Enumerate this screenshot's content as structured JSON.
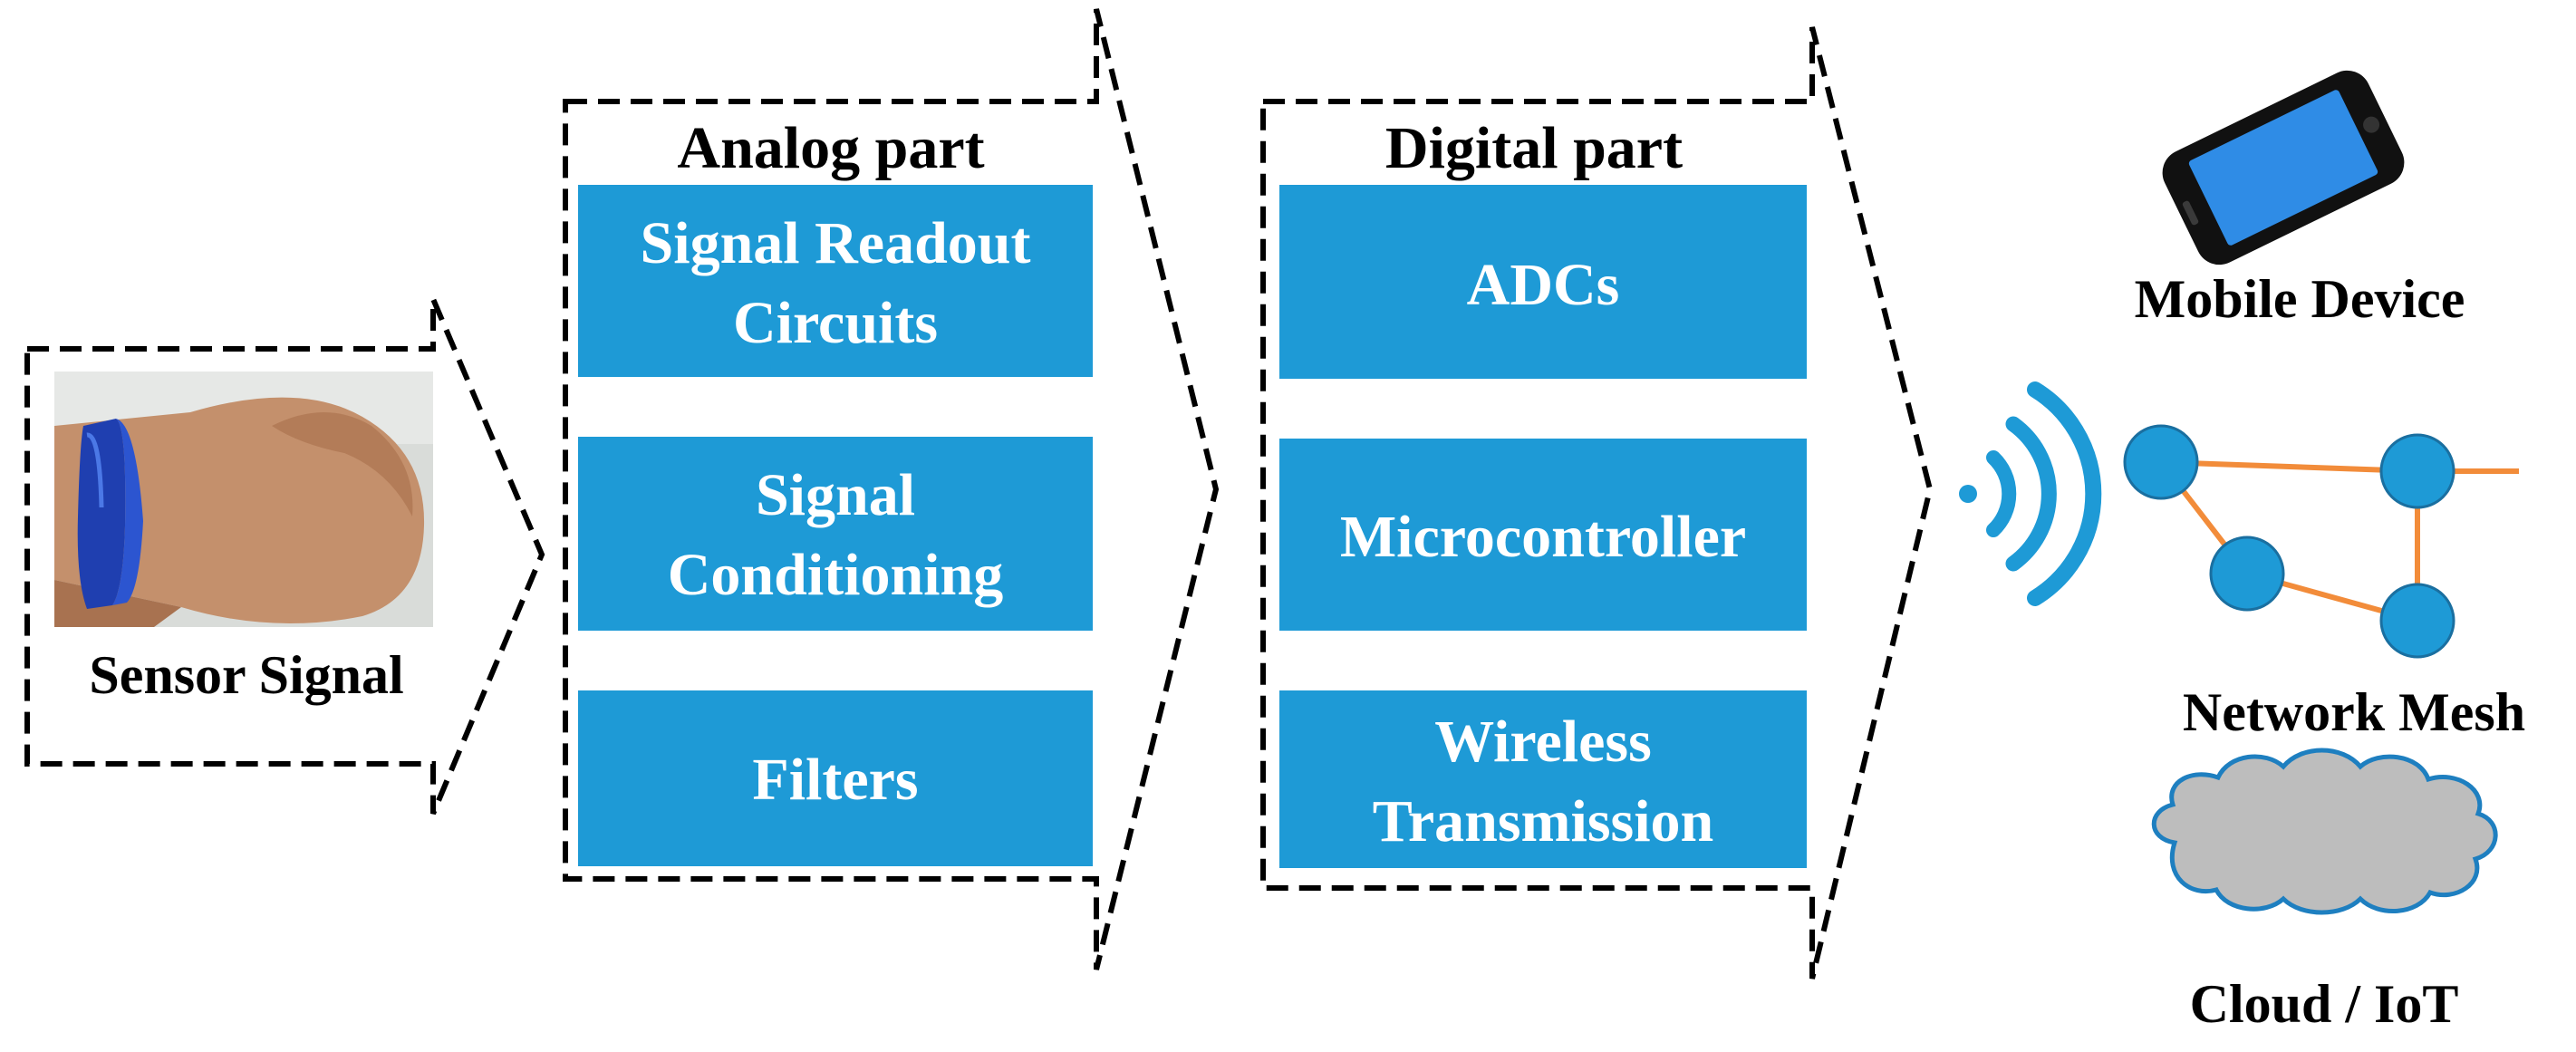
{
  "sensor": {
    "label": "Sensor Signal"
  },
  "analog": {
    "title": "Analog part",
    "blocks": [
      {
        "lines": [
          "Signal Readout",
          "Circuits"
        ]
      },
      {
        "lines": [
          "Signal",
          "Conditioning"
        ]
      },
      {
        "lines": [
          "Filters"
        ]
      }
    ]
  },
  "digital": {
    "title": "Digital part",
    "blocks": [
      {
        "lines": [
          "ADCs"
        ]
      },
      {
        "lines": [
          "Microcontroller"
        ]
      },
      {
        "lines": [
          "Wireless",
          "Transmission"
        ]
      }
    ]
  },
  "outputs": {
    "mobile": "Mobile Device",
    "mesh": "Network Mesh",
    "cloud": "Cloud / IoT"
  },
  "colors": {
    "block_blue": "#1e9ad6",
    "mesh_link": "#f28c3a",
    "node_blue": "#1e9ad6",
    "cloud_gray": "#bdbdbd",
    "wristband_blue": "#1f3fb0"
  },
  "icons": [
    "wristband-photo",
    "wireless-signal-icon",
    "smartphone-icon",
    "network-mesh-icon",
    "cloud-icon"
  ]
}
